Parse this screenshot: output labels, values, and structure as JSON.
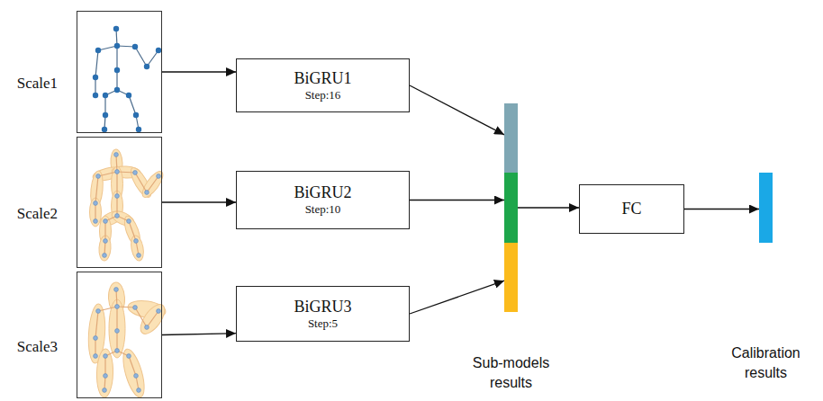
{
  "diagram": {
    "nodes": [
      {
        "text": [
          "Scale1"
        ]
      },
      {
        "text": [
          "BiGRU1",
          "Step:16"
        ]
      },
      {
        "text": [
          "Scale2"
        ]
      },
      {
        "text": [
          "BiGRU2",
          "Step:10"
        ]
      },
      {
        "text": [
          "Scale3"
        ]
      },
      {
        "text": [
          "BiGRU3",
          "Step:5"
        ]
      },
      {
        "text": [
          "Sub-models results"
        ]
      },
      {
        "text": [
          "FC"
        ]
      },
      {
        "text": [
          "Calibration results"
        ]
      }
    ],
    "edges": [
      {
        "from": 0,
        "to": 1,
        "arrow": "to"
      },
      {
        "from": 2,
        "to": 3,
        "arrow": "to"
      },
      {
        "from": 4,
        "to": 5,
        "arrow": "to"
      },
      {
        "from": 1,
        "to": 6,
        "arrow": "to"
      },
      {
        "from": 3,
        "to": 6,
        "arrow": "to"
      },
      {
        "from": 5,
        "to": 6,
        "arrow": "to"
      },
      {
        "from": 6,
        "to": 7,
        "arrow": "to"
      },
      {
        "from": 7,
        "to": 8,
        "arrow": "to"
      }
    ]
  }
}
